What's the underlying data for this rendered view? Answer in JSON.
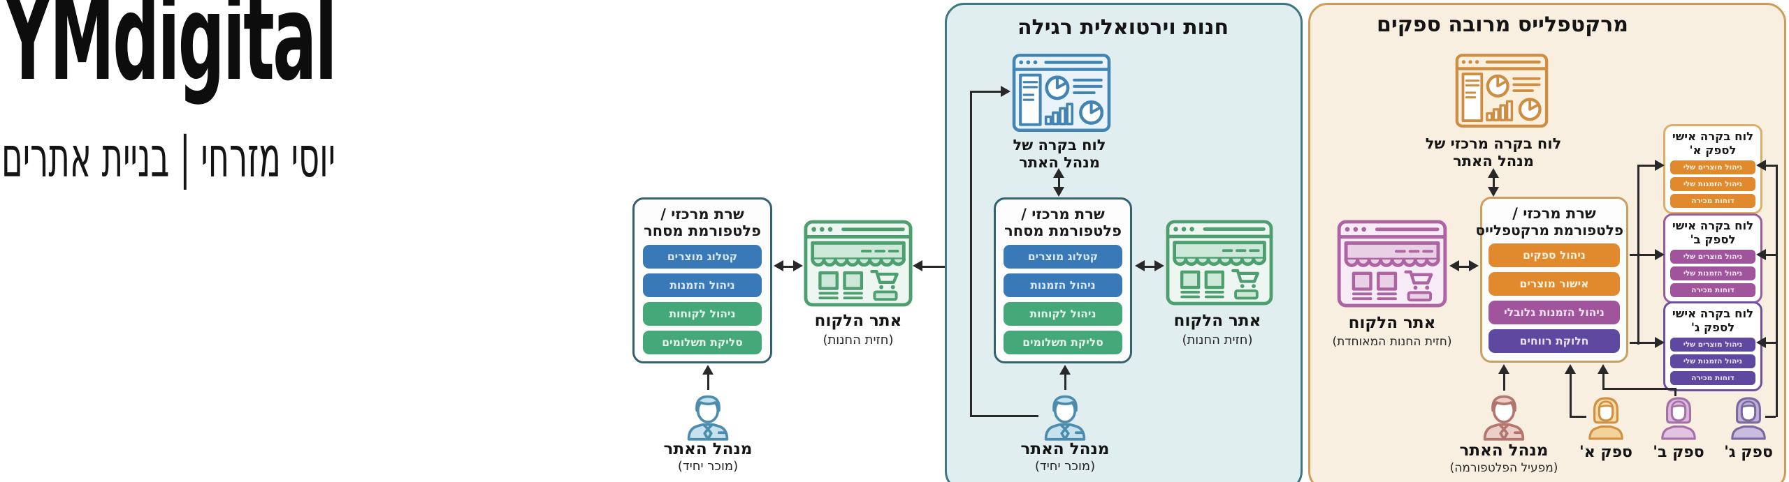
{
  "brand": {
    "logo": "YMdigital",
    "tagline": "יוסי מזרחי | בניית אתרים"
  },
  "colors": {
    "blue_feature": "#3a79b7",
    "green_feature": "#45a878",
    "orange_feature": "#e0892d",
    "plum_feature": "#a0549b",
    "purple_feature": "#5f48a0",
    "teal_panel_bg": "#e1eef0",
    "teal_panel_border": "#3d7683",
    "orange_panel_bg": "#f9efe1",
    "orange_panel_border": "#cf9c55",
    "connector_line": "#282828"
  },
  "standalone_diagram": {
    "server": {
      "title_line1": "שרת מרכזי /",
      "title_line2": "פלטפורמת מסחר",
      "features": [
        {
          "label": "קטלוג מוצרים"
        },
        {
          "label": "ניהול הזמנות"
        },
        {
          "label": "ניהול לקוחות"
        },
        {
          "label": "סליקת תשלומים"
        }
      ]
    },
    "storefront": {
      "title": "אתר הלקוח",
      "subtitle": "(חזית החנות)"
    },
    "manager": {
      "title": "מנהל האתר",
      "subtitle": "(מוכר יחיד)"
    }
  },
  "regular_store_panel": {
    "title": "חנות וירטואלית רגילה",
    "dashboard": {
      "label_line1": "לוח בקרה של",
      "label_line2": "מנהל האתר"
    },
    "server": {
      "title_line1": "שרת מרכזי /",
      "title_line2": "פלטפורמת מסחר",
      "features": [
        {
          "label": "קטלוג מוצרים"
        },
        {
          "label": "ניהול הזמנות"
        },
        {
          "label": "ניהול לקוחות"
        },
        {
          "label": "סליקת תשלומים"
        }
      ]
    },
    "storefront": {
      "title": "אתר הלקוח",
      "subtitle": "(חזית החנות)"
    },
    "manager": {
      "title": "מנהל האתר",
      "subtitle": "(מוכר יחיד)"
    }
  },
  "marketplace_panel": {
    "title": "מרקטפלייס מרובה ספקים",
    "dashboard": {
      "label_line1": "לוח בקרה מרכזי של",
      "label_line2": "מנהל האתר"
    },
    "server": {
      "title_line1": "שרת מרכזי /",
      "title_line2": "פלטפורמת מרקטפלייס",
      "features": [
        {
          "label": "ניהול ספקים"
        },
        {
          "label": "אישור מוצרים"
        },
        {
          "label": "ניהול הזמנות גלובלי"
        },
        {
          "label": "חלוקת רווחים"
        }
      ]
    },
    "storefront": {
      "title": "אתר הלקוח",
      "subtitle": "(חזית החנות המאוחדת)"
    },
    "manager": {
      "title": "מנהל האתר",
      "subtitle": "(מפעיל הפלטפורמה)"
    },
    "vendor_dashboards": [
      {
        "title_line1": "לוח בקרה אישי",
        "title_line2": "לספק א'",
        "features": [
          {
            "label": "ניהול מוצרים שלי"
          },
          {
            "label": "ניהול הזמנות שלי"
          },
          {
            "label": "דוחות מכירה"
          }
        ]
      },
      {
        "title_line1": "לוח בקרה אישי",
        "title_line2": "לספק ב'",
        "features": [
          {
            "label": "ניהול מוצרים שלי"
          },
          {
            "label": "ניהול הזמנות שלי"
          },
          {
            "label": "דוחות מכירה"
          }
        ]
      },
      {
        "title_line1": "לוח בקרה אישי",
        "title_line2": "לספק ג'",
        "features": [
          {
            "label": "ניהול מוצרים שלי"
          },
          {
            "label": "ניהול הזמנות שלי"
          },
          {
            "label": "דוחות מכירה"
          }
        ]
      }
    ],
    "vendors": [
      {
        "label": "ספק א'"
      },
      {
        "label": "ספק ב'"
      },
      {
        "label": "ספק ג'"
      }
    ]
  }
}
